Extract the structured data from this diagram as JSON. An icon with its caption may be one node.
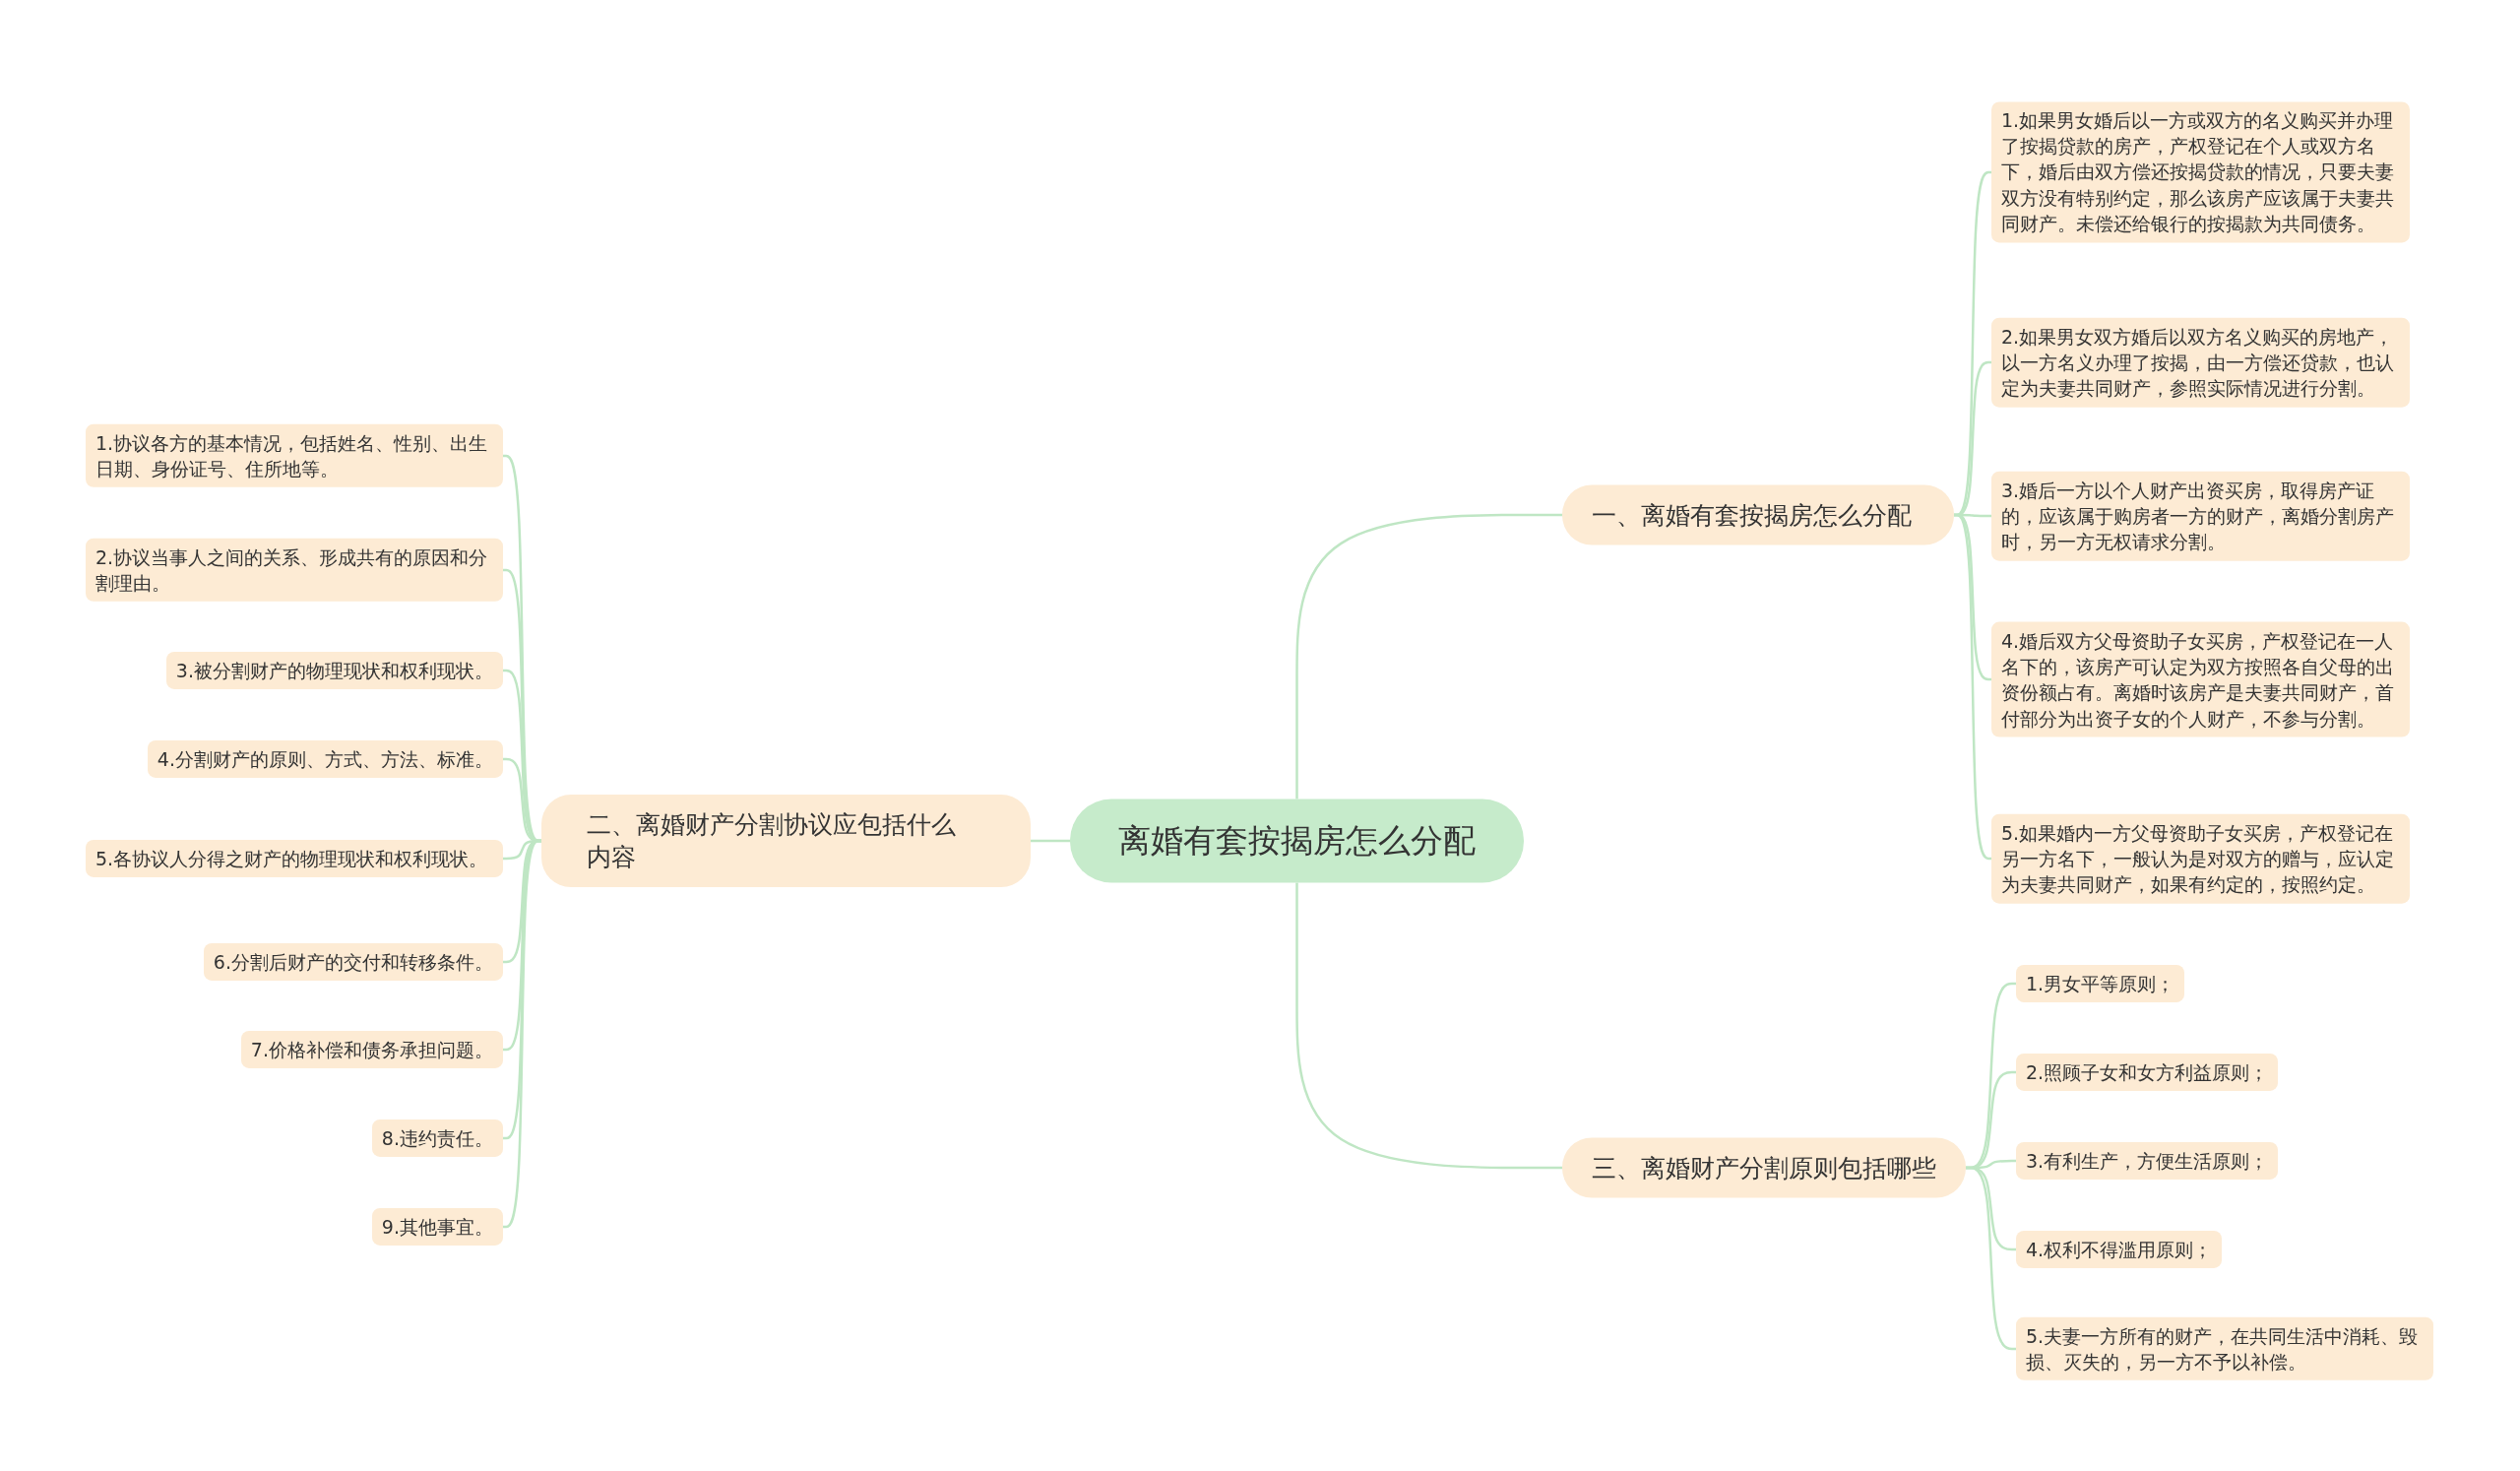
{
  "diagram": {
    "nodes": [
      {
        "text": [
          "离婚有套按揭房怎么分配"
        ]
      },
      {
        "text": [
          "一、离婚有套按揭房怎么分配"
        ]
      },
      {
        "text": [
          "1.如果男女婚后以一方或双方的名义购买并办理了按揭贷款的房产，产权登记在个人或双方名下，婚后由双方偿还按揭贷款的情况，只要夫妻双方没有特别约定，那么该房产应该属于夫妻共同财产。未偿还给银行的按揭款为共同债务。"
        ]
      },
      {
        "text": [
          "2.如果男女双方婚后以双方名义购买的房地产，以一方名义办理了按揭，由一方偿还贷款，也认定为夫妻共同财产，参照实际情况进行分割。"
        ]
      },
      {
        "text": [
          "3.婚后一方以个人财产出资买房，取得房产证的，应该属于购房者一方的财产，离婚分割房产时，另一方无权请求分割。"
        ]
      },
      {
        "text": [
          "4.婚后双方父母资助子女买房，产权登记在一人名下的，该房产可认定为双方按照各自父母的出资份额占有。离婚时该房产是夫妻共同财产，首付部分为出资子女的个人财产，不参与分割。"
        ]
      },
      {
        "text": [
          "5.如果婚内一方父母资助子女买房，产权登记在另一方名下，一般认为是对双方的赠与，应认定为夫妻共同财产，如果有约定的，按照约定。"
        ]
      },
      {
        "text": [
          "二、离婚财产分割协议应包括什么内容"
        ]
      },
      {
        "text": [
          "1.协议各方的基本情况，包括姓名、性别、出生日期、身份证号、住所地等。"
        ]
      },
      {
        "text": [
          "2.协议当事人之间的关系、形成共有的原因和分割理由。"
        ]
      },
      {
        "text": [
          "3.被分割财产的物理现状和权利现状。"
        ]
      },
      {
        "text": [
          "4.分割财产的原则、方式、方法、标准。"
        ]
      },
      {
        "text": [
          "5.各协议人分得之财产的物理现状和权利现状。"
        ]
      },
      {
        "text": [
          "6.分割后财产的交付和转移条件。"
        ]
      },
      {
        "text": [
          "7.价格补偿和债务承担问题。"
        ]
      },
      {
        "text": [
          "8.违约责任。"
        ]
      },
      {
        "text": [
          "9.其他事宜。"
        ]
      },
      {
        "text": [
          "三、离婚财产分割原则包括哪些"
        ]
      },
      {
        "text": [
          "1.男女平等原则；"
        ]
      },
      {
        "text": [
          "2.照顾子女和女方利益原则；"
        ]
      },
      {
        "text": [
          "3.有利生产，方便生活原则；"
        ]
      },
      {
        "text": [
          "4.权利不得滥用原则；"
        ]
      },
      {
        "text": [
          "5.夫妻一方所有的财产，在共同生活中消耗、毁损、灭失的，另一方不予以补偿。"
        ]
      }
    ],
    "edges": [
      {
        "from": 0,
        "to": 1,
        "arrow": "none"
      },
      {
        "from": 1,
        "to": 2,
        "arrow": "none"
      },
      {
        "from": 1,
        "to": 3,
        "arrow": "none"
      },
      {
        "from": 1,
        "to": 4,
        "arrow": "none"
      },
      {
        "from": 1,
        "to": 5,
        "arrow": "none"
      },
      {
        "from": 1,
        "to": 6,
        "arrow": "none"
      },
      {
        "from": 0,
        "to": 7,
        "arrow": "none"
      },
      {
        "from": 7,
        "to": 8,
        "arrow": "none"
      },
      {
        "from": 7,
        "to": 9,
        "arrow": "none"
      },
      {
        "from": 7,
        "to": 10,
        "arrow": "none"
      },
      {
        "from": 7,
        "to": 11,
        "arrow": "none"
      },
      {
        "from": 7,
        "to": 12,
        "arrow": "none"
      },
      {
        "from": 7,
        "to": 13,
        "arrow": "none"
      },
      {
        "from": 7,
        "to": 14,
        "arrow": "none"
      },
      {
        "from": 7,
        "to": 15,
        "arrow": "none"
      },
      {
        "from": 7,
        "to": 16,
        "arrow": "none"
      },
      {
        "from": 0,
        "to": 17,
        "arrow": "none"
      },
      {
        "from": 17,
        "to": 18,
        "arrow": "none"
      },
      {
        "from": 17,
        "to": 19,
        "arrow": "none"
      },
      {
        "from": 17,
        "to": 20,
        "arrow": "none"
      },
      {
        "from": 17,
        "to": 21,
        "arrow": "none"
      },
      {
        "from": 17,
        "to": 22,
        "arrow": "none"
      }
    ]
  }
}
